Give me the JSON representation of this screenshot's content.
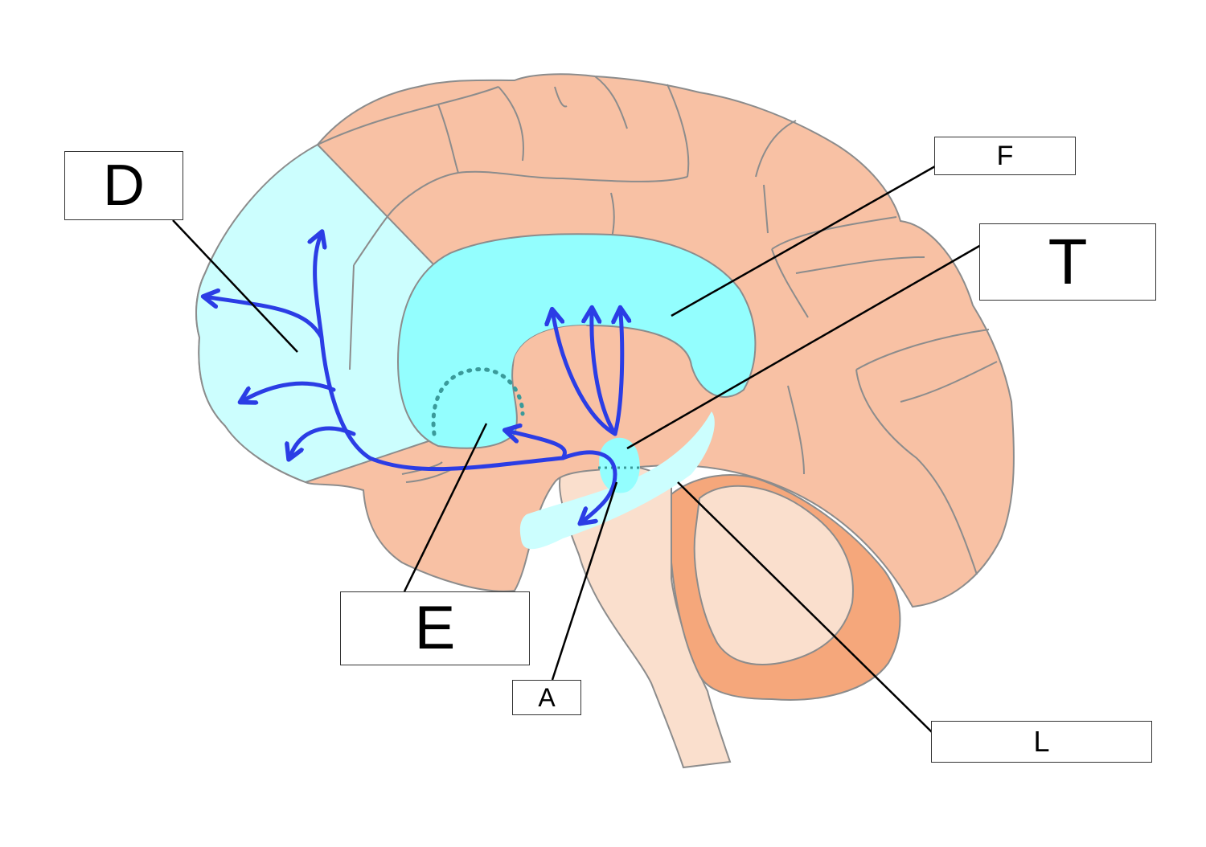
{
  "labels": {
    "d": "D",
    "f": "F",
    "t": "T",
    "e": "E",
    "a": "A",
    "l": "L"
  },
  "colors": {
    "brain_fill": "#f8c1a4",
    "brain_outline": "#8c8c8c",
    "highlight_cyan": "#93fefe",
    "highlight_light_cyan": "#ccfefe",
    "brainstem_fill": "#fadfcd",
    "cerebellum_outer": "#f5a77b",
    "pathway_arrow": "#2b3de5",
    "dotted_marker": "#3a9a9a",
    "leader_line": "#000000"
  },
  "icons": {
    "pathway": "arrow-icon",
    "region_marker": "dotted-arc-icon"
  }
}
